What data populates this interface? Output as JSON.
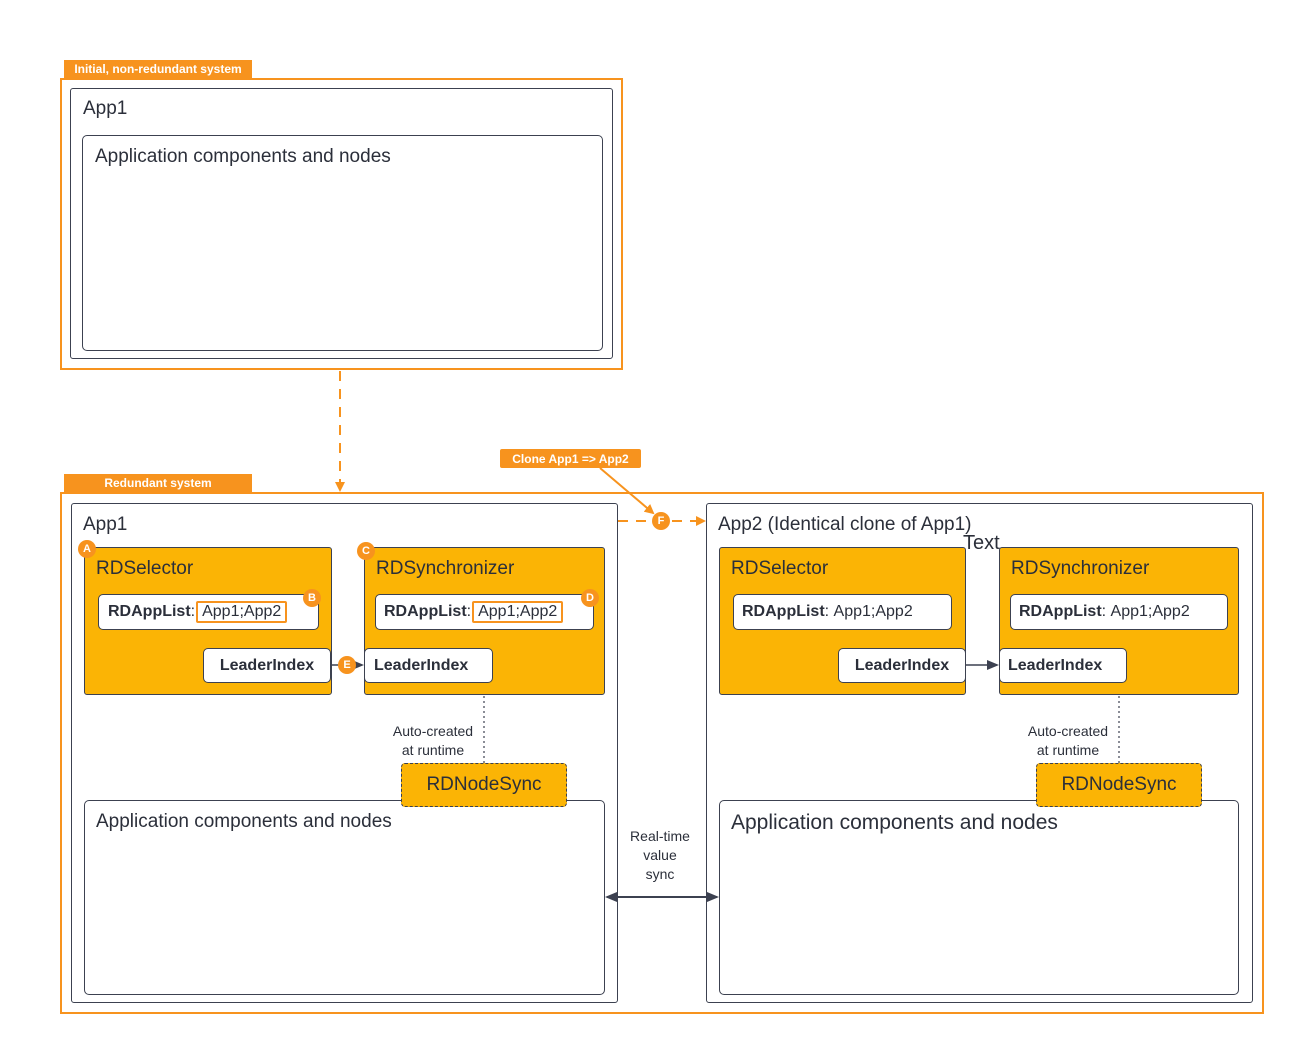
{
  "tags": {
    "initial": "Initial, non-redundant system",
    "redundant": "Redundant system",
    "clone": "Clone App1 => App2"
  },
  "initial_app": {
    "title": "App1",
    "components": "Application components and nodes"
  },
  "app1": {
    "title": "App1",
    "rdselector": {
      "title": "RDSelector",
      "applist_label": "RDAppList",
      "applist_value": "App1;App2",
      "leader": "LeaderIndex"
    },
    "rdsync": {
      "title": "RDSynchronizer",
      "applist_label": "RDAppList",
      "applist_value": "App1;App2",
      "leader": "LeaderIndex"
    },
    "auto_created": [
      "Auto-created",
      "at runtime"
    ],
    "nodesync": "RDNodeSync",
    "components": "Application components and nodes"
  },
  "app2": {
    "title": "App2 (Identical clone of App1)",
    "stray_text": "Text",
    "rdselector": {
      "title": "RDSelector",
      "applist_label": "RDAppList",
      "applist_value": "App1;App2",
      "leader": "LeaderIndex"
    },
    "rdsync": {
      "title": "RDSynchronizer",
      "applist_label": "RDAppList",
      "applist_value": "App1;App2",
      "leader": "LeaderIndex"
    },
    "auto_created": [
      "Auto-created",
      "at runtime"
    ],
    "nodesync": "RDNodeSync",
    "components": "Application components and nodes"
  },
  "sync_label": [
    "Real-time",
    "value",
    "sync"
  ],
  "badges": [
    "A",
    "B",
    "C",
    "D",
    "E",
    "F"
  ],
  "colors": {
    "orange": "#f7931e",
    "yellow": "#fbb405",
    "line": "#3c4150"
  }
}
